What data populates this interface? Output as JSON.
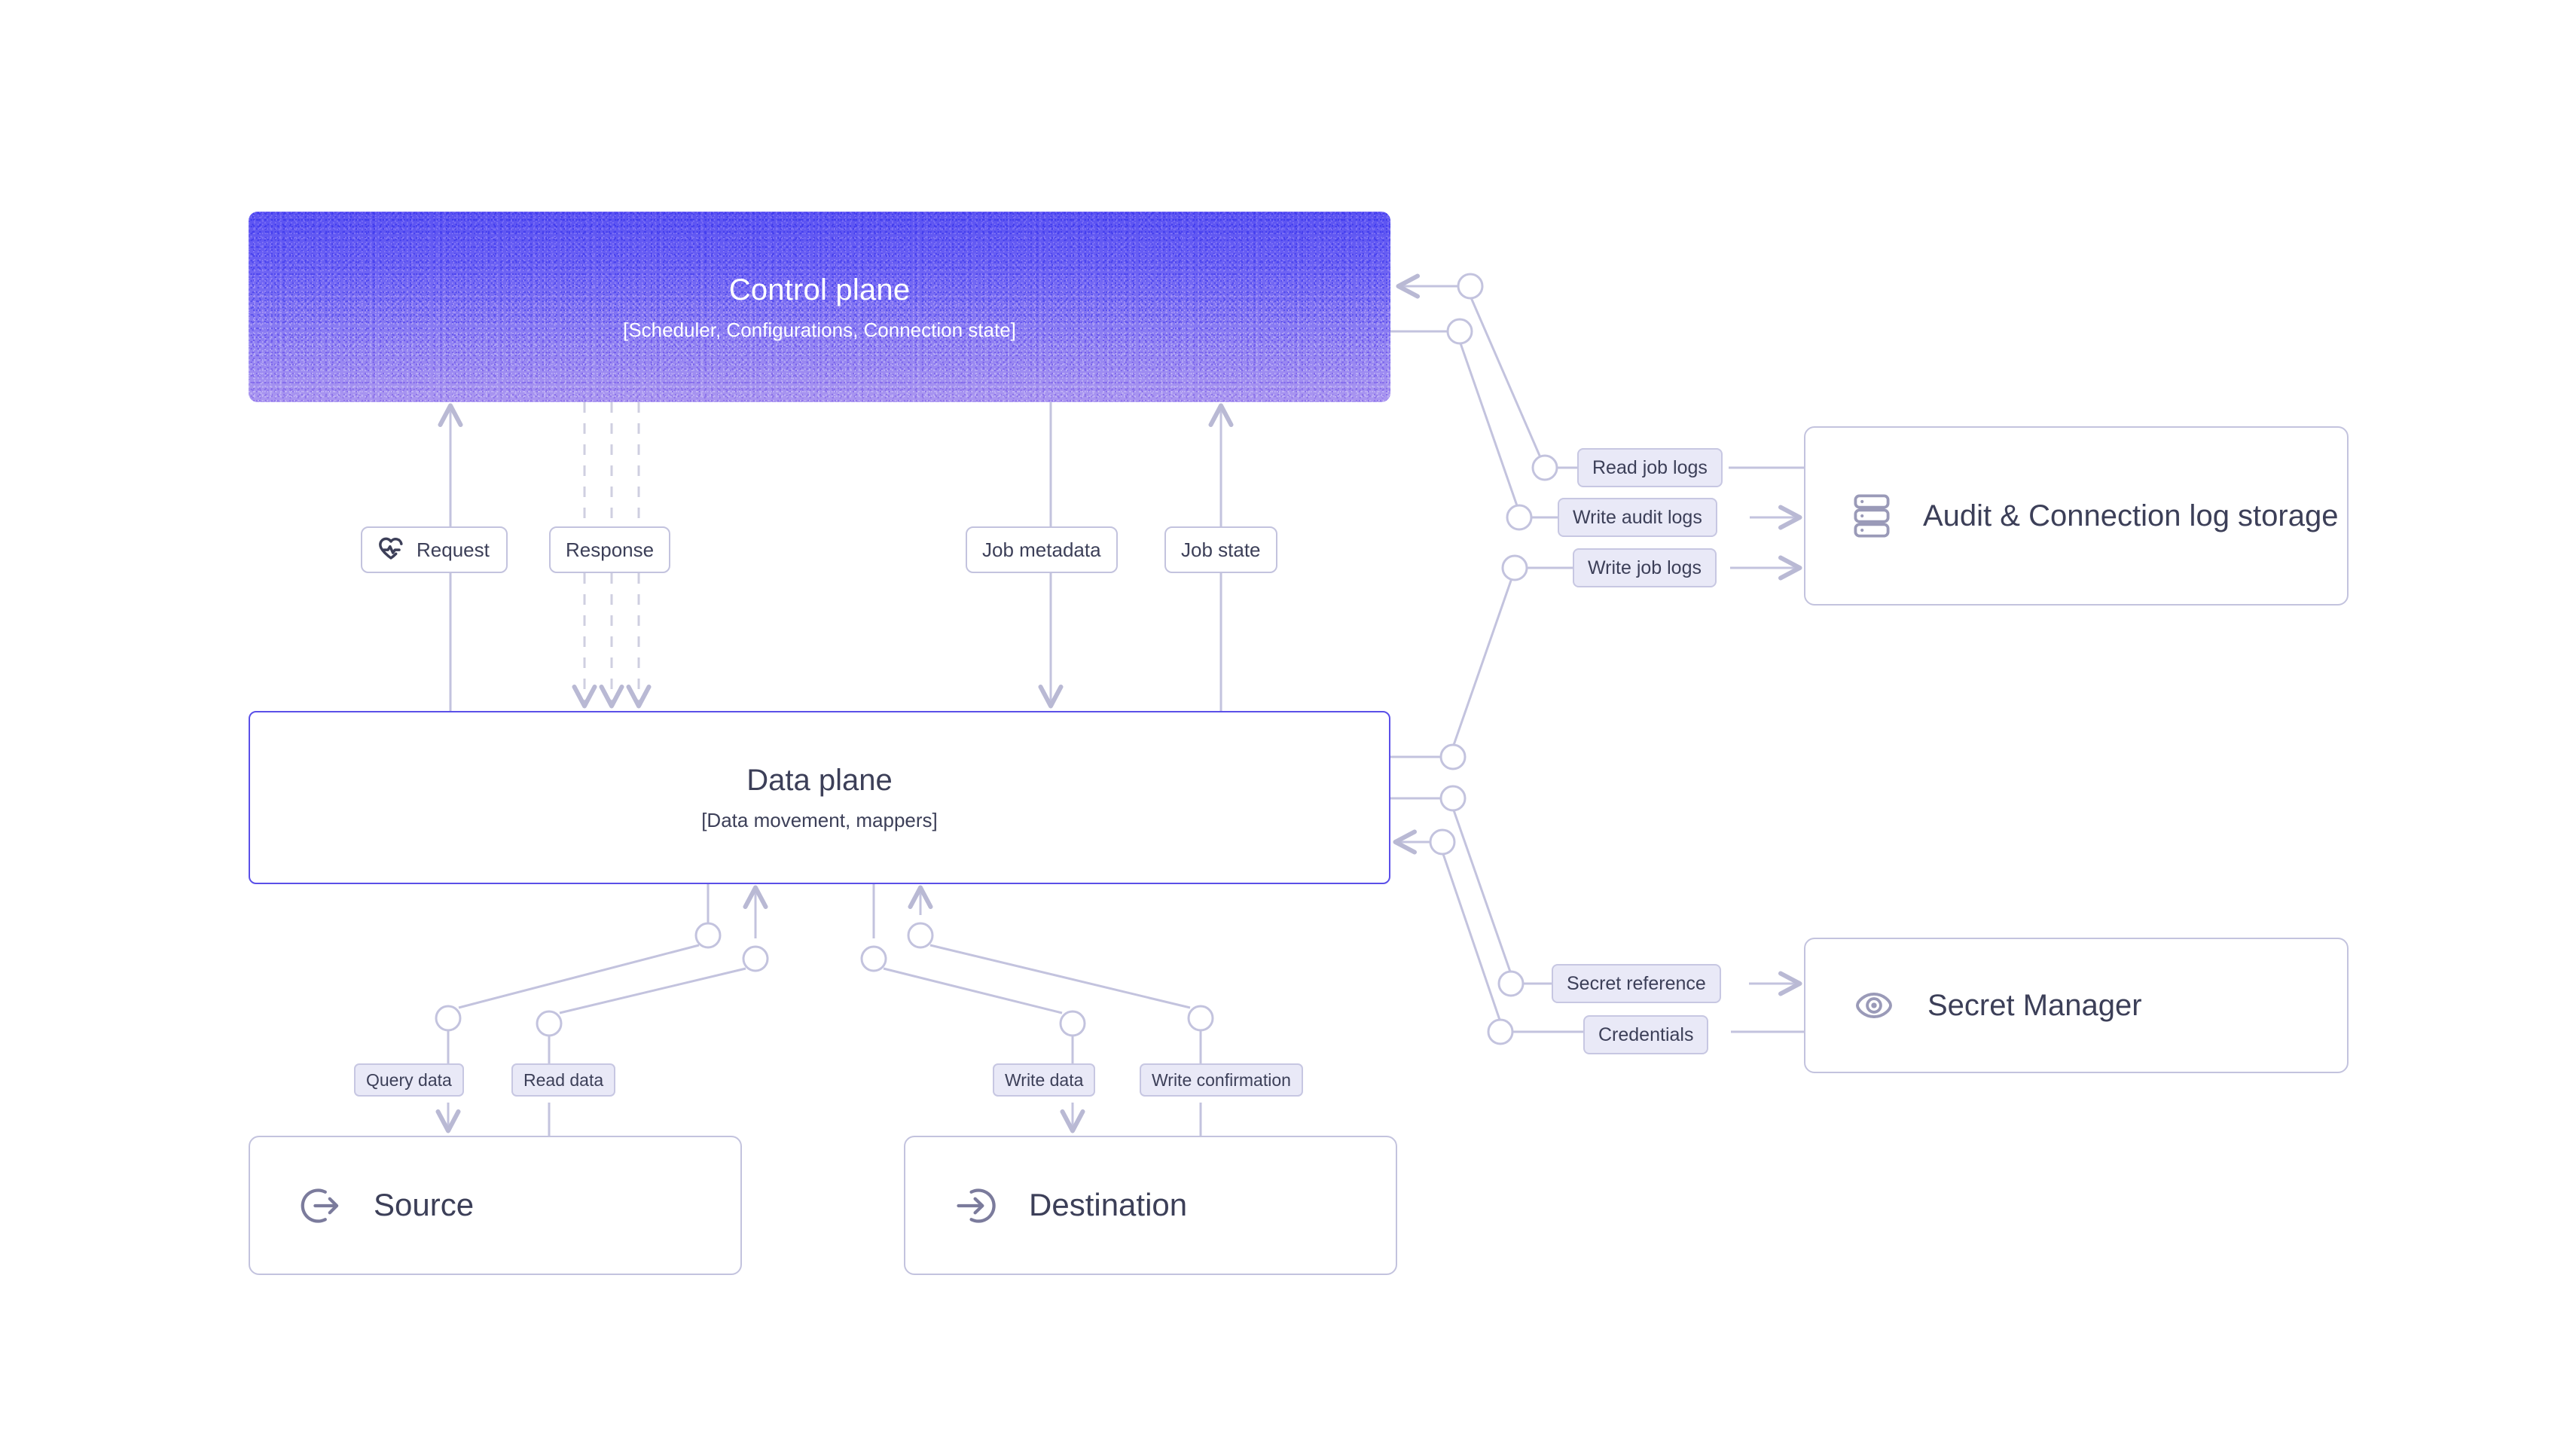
{
  "diagram": {
    "title": "Control plane / Data plane architecture",
    "colors": {
      "control_plane_gradient_top": "#5a52f2",
      "control_plane_gradient_bottom": "#ab97f0",
      "data_plane_border": "#5b50e8",
      "connector_line": "#c3c3de",
      "badge_lavender_fill": "#e9e9f7",
      "badge_border": "#c3c3de",
      "text_dark": "#3c3f58",
      "background": "#ffffff"
    }
  },
  "control_plane": {
    "title": "Control plane",
    "subtitle": "[Scheduler, Configurations, Connection state]"
  },
  "data_plane": {
    "title": "Data plane",
    "subtitle": "[Data movement, mappers]"
  },
  "services": {
    "audit": {
      "label": "Audit & Connection log storage",
      "icon": "database-icon"
    },
    "secret": {
      "label": "Secret Manager",
      "icon": "eye-icon"
    },
    "source": {
      "label": "Source",
      "icon": "arrow-out-circle-icon"
    },
    "destination": {
      "label": "Destination",
      "icon": "arrow-in-circle-icon"
    }
  },
  "edge_labels": {
    "request": "Request",
    "request_icon": "heartbeat-icon",
    "response": "Response",
    "job_metadata": "Job metadata",
    "job_state": "Job state",
    "read_job_logs": "Read job logs",
    "write_audit_logs": "Write audit logs",
    "write_job_logs": "Write job logs",
    "secret_reference": "Secret reference",
    "credentials": "Credentials",
    "query_data": "Query data",
    "read_data": "Read data",
    "write_data": "Write data",
    "write_confirmation": "Write confirmation"
  }
}
